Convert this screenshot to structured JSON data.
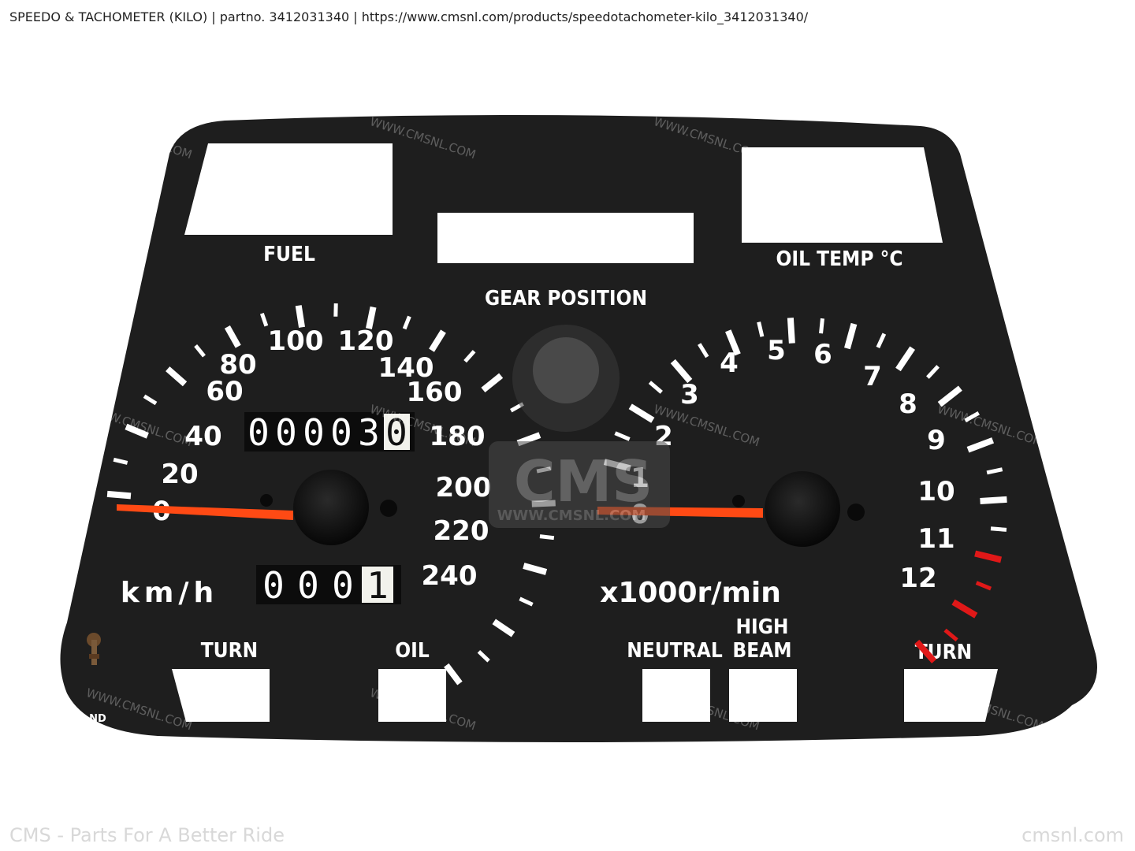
{
  "header": {
    "title": "SPEEDO & TACHOMETER (KILO)",
    "part_label": "partno. 3412031340",
    "url": "https://www.cmsnl.com/products/speedotachometer-kilo_3412031340/",
    "full": "SPEEDO & TACHOMETER (KILO) | partno. 3412031340  | https://www.cmsnl.com/products/speedotachometer-kilo_3412031340/"
  },
  "footer": {
    "left": "CMS - Parts For A Better Ride",
    "right": "cmsnl.com"
  },
  "watermark": {
    "text": "WWW.CMSNL.COM",
    "logo": "CMS",
    "logo_url": "WWW.CMSNL.COM"
  },
  "panel_labels": {
    "fuel": "FUEL",
    "gear_position": "GEAR POSITION",
    "oil_temp": "OIL TEMP °C",
    "turn_left": "TURN",
    "oil": "OIL",
    "neutral": "NEUTRAL",
    "high": "HIGH",
    "beam": "BEAM",
    "turn_right": "TURN",
    "maker_mark": "ND"
  },
  "speedometer": {
    "unit": "km/h",
    "labels": [
      "0",
      "20",
      "40",
      "60",
      "80",
      "100",
      "120",
      "140",
      "160",
      "180",
      "200",
      "220",
      "240"
    ],
    "needle_value": 0
  },
  "tachometer": {
    "unit": "x1000r/min",
    "labels": [
      "0",
      "1",
      "2",
      "3",
      "4",
      "5",
      "6",
      "7",
      "8",
      "9",
      "10",
      "11",
      "12"
    ],
    "redline_from": 10,
    "needle_value": 0
  },
  "odometer": {
    "digits": [
      "0",
      "0",
      "0",
      "0",
      "3",
      "0"
    ]
  },
  "tripmeter": {
    "digits": [
      "0",
      "0",
      "0",
      "1"
    ]
  },
  "colors": {
    "panel": "#1e1e1e",
    "needle": "#ff4a14",
    "redline": "#e01818",
    "label": "#ffffff"
  }
}
